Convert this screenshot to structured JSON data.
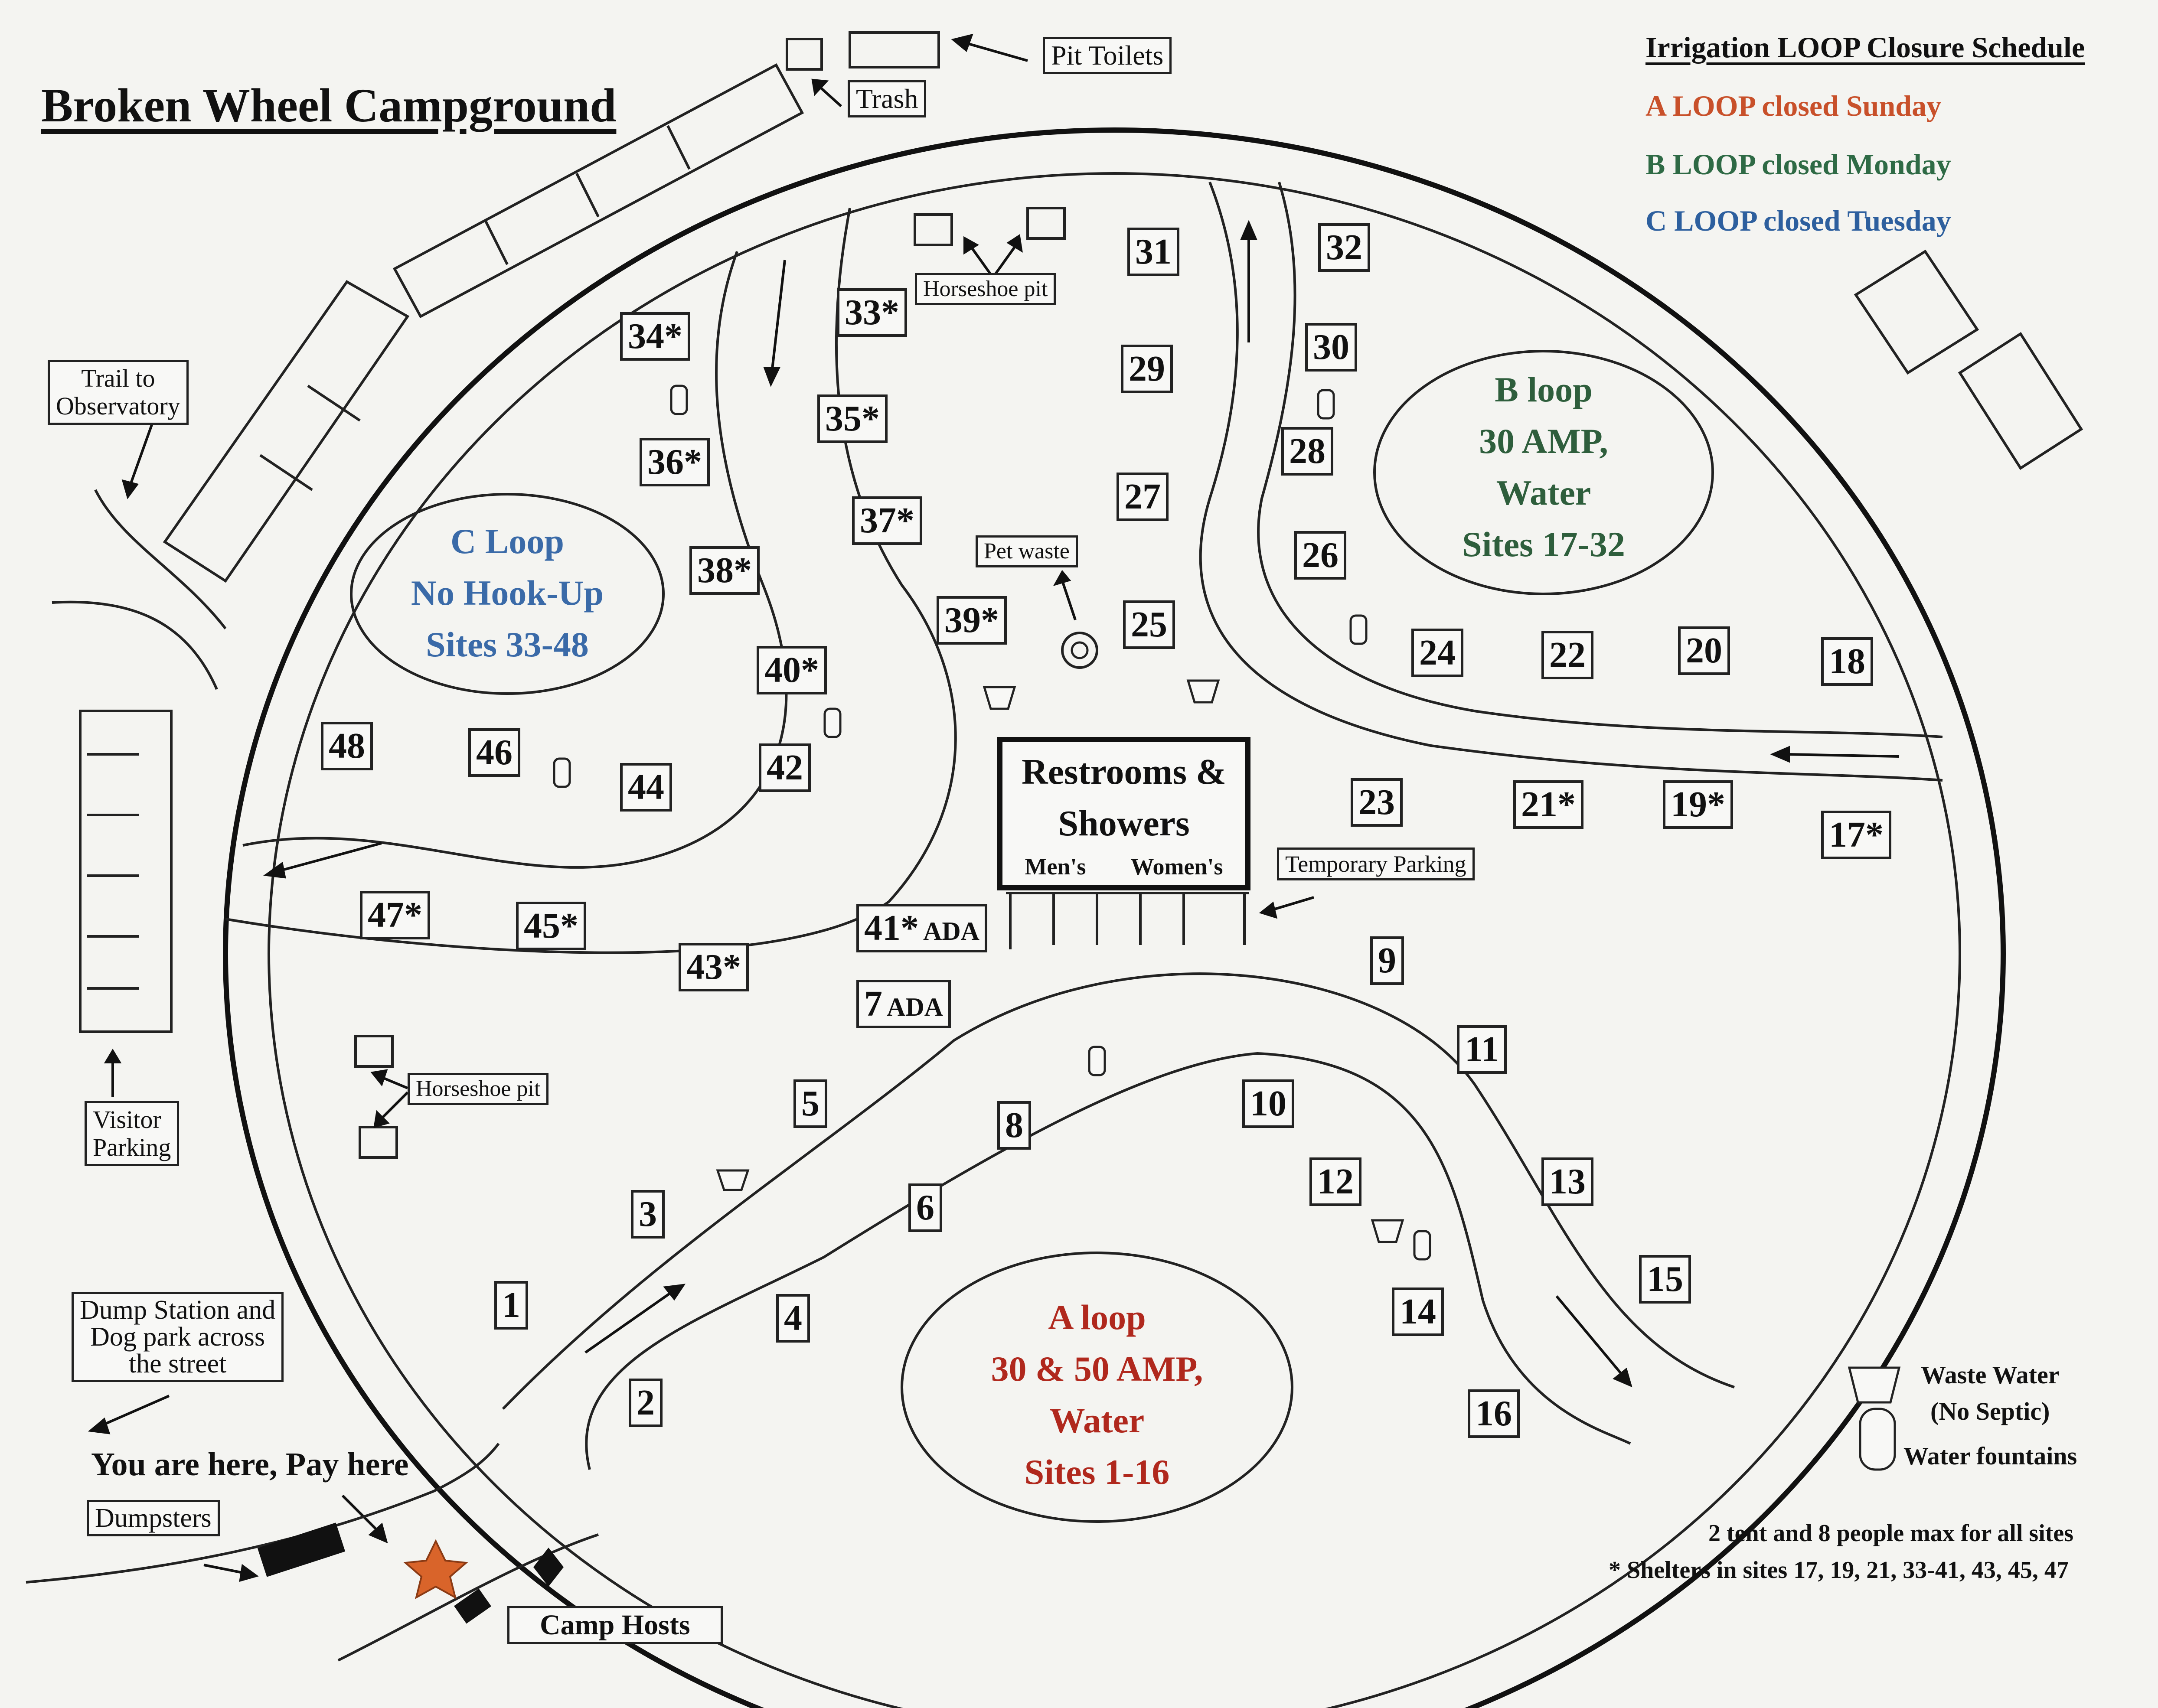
{
  "title": "Broken Wheel Campground",
  "schedule": {
    "heading": "Irrigation LOOP Closure Schedule",
    "a": {
      "text": "A LOOP closed Sunday",
      "color": "#c8502a"
    },
    "b": {
      "text": "B LOOP closed Monday",
      "color": "#2e6a45"
    },
    "c": {
      "text": "C LOOP closed Tuesday",
      "color": "#2d5f9e"
    }
  },
  "loops": {
    "a": {
      "line1": "A loop",
      "line2": "30 & 50 AMP,",
      "line3": "Water",
      "line4": "Sites 1-16",
      "color": "#b0281d"
    },
    "b": {
      "line1": "B loop",
      "line2": "30  AMP,",
      "line3": "Water",
      "line4": "Sites 17-32",
      "color": "#2e5e3c"
    },
    "c": {
      "line1": "C Loop",
      "line2": "No Hook-Up",
      "line3": "Sites 33-48",
      "color": "#3a6aa8"
    }
  },
  "sites": [
    {
      "id": "s1",
      "label": "1"
    },
    {
      "id": "s2",
      "label": "2"
    },
    {
      "id": "s3",
      "label": "3"
    },
    {
      "id": "s4",
      "label": "4"
    },
    {
      "id": "s5",
      "label": "5"
    },
    {
      "id": "s6",
      "label": "6"
    },
    {
      "id": "s7",
      "label": "7",
      "ada": "ADA"
    },
    {
      "id": "s8",
      "label": "8"
    },
    {
      "id": "s9",
      "label": "9"
    },
    {
      "id": "s10",
      "label": "10"
    },
    {
      "id": "s11",
      "label": "11"
    },
    {
      "id": "s12",
      "label": "12"
    },
    {
      "id": "s13",
      "label": "13"
    },
    {
      "id": "s14",
      "label": "14"
    },
    {
      "id": "s15",
      "label": "15"
    },
    {
      "id": "s16",
      "label": "16"
    },
    {
      "id": "s17",
      "label": "17*"
    },
    {
      "id": "s18",
      "label": "18"
    },
    {
      "id": "s19",
      "label": "19*"
    },
    {
      "id": "s20",
      "label": "20"
    },
    {
      "id": "s21",
      "label": "21*"
    },
    {
      "id": "s22",
      "label": "22"
    },
    {
      "id": "s23",
      "label": "23"
    },
    {
      "id": "s24",
      "label": "24"
    },
    {
      "id": "s25",
      "label": "25"
    },
    {
      "id": "s26",
      "label": "26"
    },
    {
      "id": "s27",
      "label": "27"
    },
    {
      "id": "s28",
      "label": "28"
    },
    {
      "id": "s29",
      "label": "29"
    },
    {
      "id": "s30",
      "label": "30"
    },
    {
      "id": "s31",
      "label": "31"
    },
    {
      "id": "s32",
      "label": "32"
    },
    {
      "id": "s33",
      "label": "33*"
    },
    {
      "id": "s34",
      "label": "34*"
    },
    {
      "id": "s35",
      "label": "35*"
    },
    {
      "id": "s36",
      "label": "36*"
    },
    {
      "id": "s37",
      "label": "37*"
    },
    {
      "id": "s38",
      "label": "38*"
    },
    {
      "id": "s39",
      "label": "39*"
    },
    {
      "id": "s40",
      "label": "40*"
    },
    {
      "id": "s41",
      "label": "41*",
      "ada": "ADA"
    },
    {
      "id": "s42",
      "label": "42"
    },
    {
      "id": "s43",
      "label": "43*"
    },
    {
      "id": "s44",
      "label": "44"
    },
    {
      "id": "s45",
      "label": "45*"
    },
    {
      "id": "s46",
      "label": "46"
    },
    {
      "id": "s47",
      "label": "47*"
    },
    {
      "id": "s48",
      "label": "48"
    }
  ],
  "restrooms": {
    "line1": "Restrooms &",
    "line2": "Showers",
    "mens": "Men's",
    "womens": "Women's"
  },
  "labels": {
    "pit_toilets": "Pit Toilets",
    "trash": "Trash",
    "horseshoe_top": "Horseshoe pit",
    "horseshoe_left": "Horseshoe pit",
    "pet_waste": "Pet waste",
    "trail_line1": "Trail to",
    "trail_line2": "Observatory",
    "visitor_line1": "Visitor",
    "visitor_line2": "Parking",
    "temp_parking": "Temporary Parking",
    "dump_line1": "Dump Station and",
    "dump_line2": "Dog park across",
    "dump_line3": "the street",
    "you_are_here": "You are here, Pay here",
    "dumpsters": "Dumpsters",
    "camp_hosts": "Camp Hosts"
  },
  "legend": {
    "waste_line1": "Waste Water",
    "waste_line2": "(No Septic)",
    "fountains": "Water fountains",
    "note1": "2 tent and 8 people max for all sites",
    "note2": "* Shelters in sites 17, 19, 21, 33-41, 43, 45, 47"
  }
}
